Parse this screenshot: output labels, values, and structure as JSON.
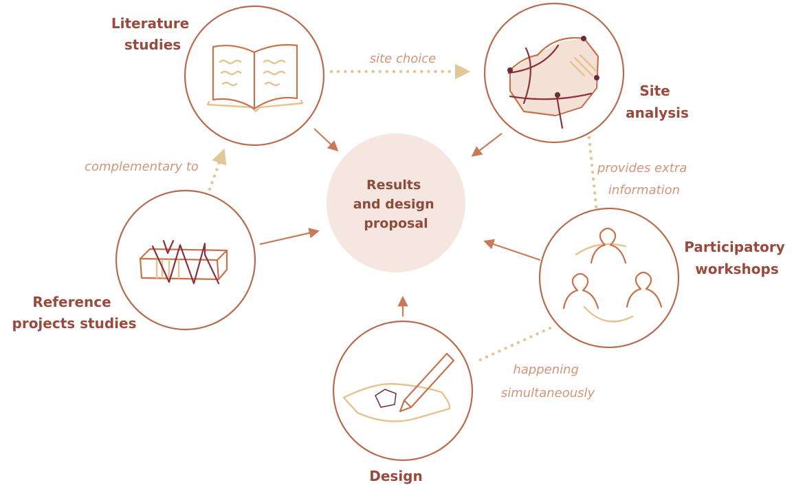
{
  "center": {
    "lines": [
      "Results",
      "and design",
      "proposal"
    ]
  },
  "nodes": {
    "literature": {
      "lines": [
        "Literature",
        "studies"
      ],
      "icon": "open-book-icon"
    },
    "site": {
      "lines": [
        "Site",
        "analysis"
      ],
      "icon": "site-map-icon"
    },
    "workshops": {
      "lines": [
        "Participatory",
        "workshops"
      ],
      "icon": "people-group-icon"
    },
    "design": {
      "lines": [
        "Design"
      ],
      "icon": "pencil-drawing-icon"
    },
    "reference": {
      "lines": [
        "Reference",
        "projects studies"
      ],
      "icon": "stacked-books-icon"
    }
  },
  "edges": {
    "site_choice": {
      "lines": [
        "site choice"
      ]
    },
    "complementary": {
      "lines": [
        "complementary to"
      ]
    },
    "extra_info": {
      "lines": [
        "provides extra",
        "information"
      ]
    },
    "simultaneous": {
      "lines": [
        "happening",
        "simultaneously"
      ]
    }
  },
  "colors": {
    "label": "#9a4a3c",
    "ring": "#b76a4c",
    "arrow": "#c97a5a",
    "dotted_link": "#e2c79a",
    "center_fill": "#f5e6df",
    "edge_label": "#d19577"
  }
}
